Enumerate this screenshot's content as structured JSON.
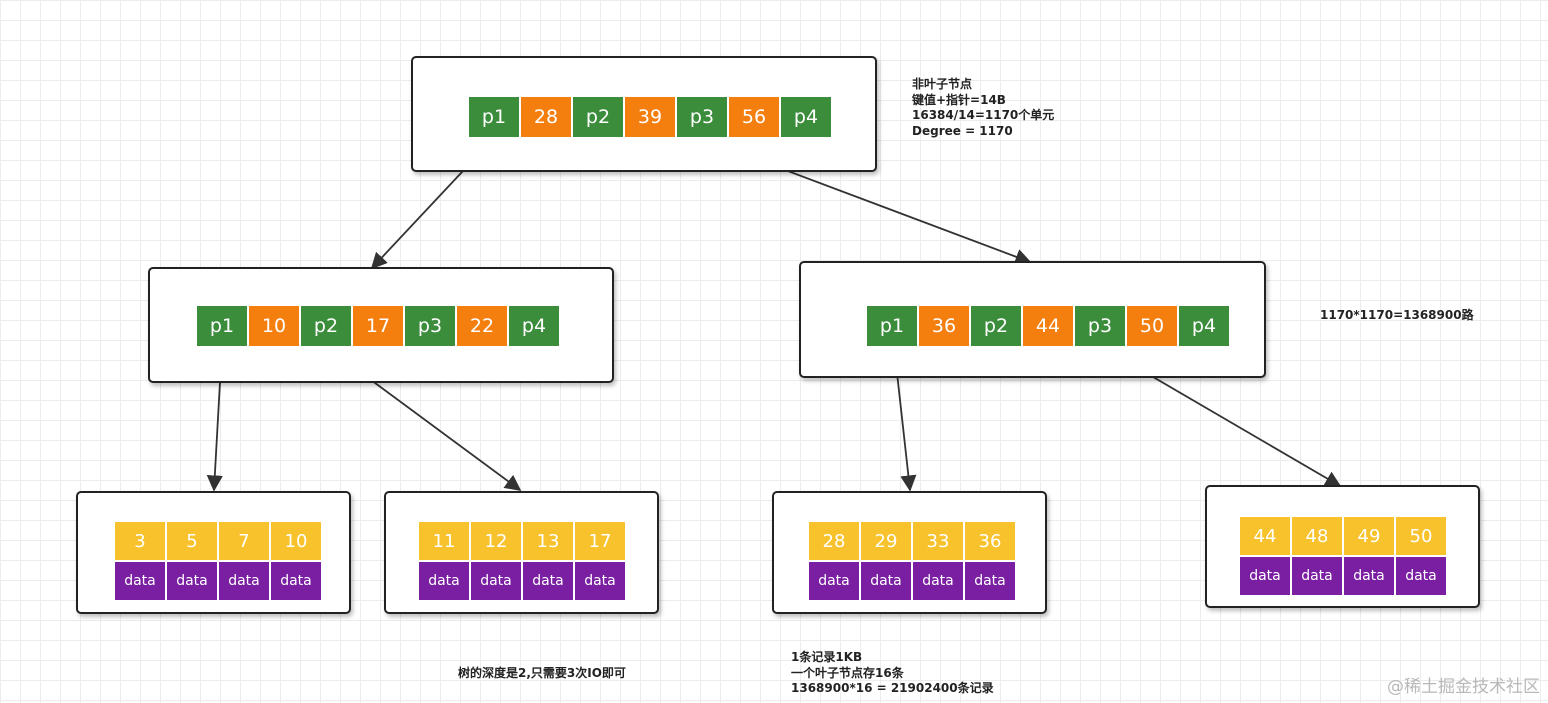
{
  "root": {
    "cells": [
      {
        "t": "p",
        "v": "p1"
      },
      {
        "t": "k",
        "v": "28"
      },
      {
        "t": "p",
        "v": "p2"
      },
      {
        "t": "k",
        "v": "39"
      },
      {
        "t": "p",
        "v": "p3"
      },
      {
        "t": "k",
        "v": "56"
      },
      {
        "t": "p",
        "v": "p4"
      }
    ]
  },
  "mid_left": {
    "cells": [
      {
        "t": "p",
        "v": "p1"
      },
      {
        "t": "k",
        "v": "10"
      },
      {
        "t": "p",
        "v": "p2"
      },
      {
        "t": "k",
        "v": "17"
      },
      {
        "t": "p",
        "v": "p3"
      },
      {
        "t": "k",
        "v": "22"
      },
      {
        "t": "p",
        "v": "p4"
      }
    ]
  },
  "mid_right": {
    "cells": [
      {
        "t": "p",
        "v": "p1"
      },
      {
        "t": "k",
        "v": "36"
      },
      {
        "t": "p",
        "v": "p2"
      },
      {
        "t": "k",
        "v": "44"
      },
      {
        "t": "p",
        "v": "p3"
      },
      {
        "t": "k",
        "v": "50"
      },
      {
        "t": "p",
        "v": "p4"
      }
    ]
  },
  "leaves": [
    {
      "keys": [
        "3",
        "5",
        "7",
        "10"
      ],
      "data": [
        "data",
        "data",
        "data",
        "data"
      ]
    },
    {
      "keys": [
        "11",
        "12",
        "13",
        "17"
      ],
      "data": [
        "data",
        "data",
        "data",
        "data"
      ]
    },
    {
      "keys": [
        "28",
        "29",
        "33",
        "36"
      ],
      "data": [
        "data",
        "data",
        "data",
        "data"
      ]
    },
    {
      "keys": [
        "44",
        "48",
        "49",
        "50"
      ],
      "data": [
        "data",
        "data",
        "data",
        "data"
      ]
    }
  ],
  "notes": {
    "nonleaf": [
      "非叶子节点",
      "键值+指针=14B",
      "16384/14=1170个单元",
      "Degree = 1170"
    ],
    "paths": "1170*1170=1368900路",
    "depth": "树的深度是2,只需要3次IO即可",
    "records": [
      "1条记录1KB",
      "一个叶子节点存16条",
      "1368900*16 = 21902400条记录"
    ]
  },
  "watermark": "@稀土掘金技术社区"
}
